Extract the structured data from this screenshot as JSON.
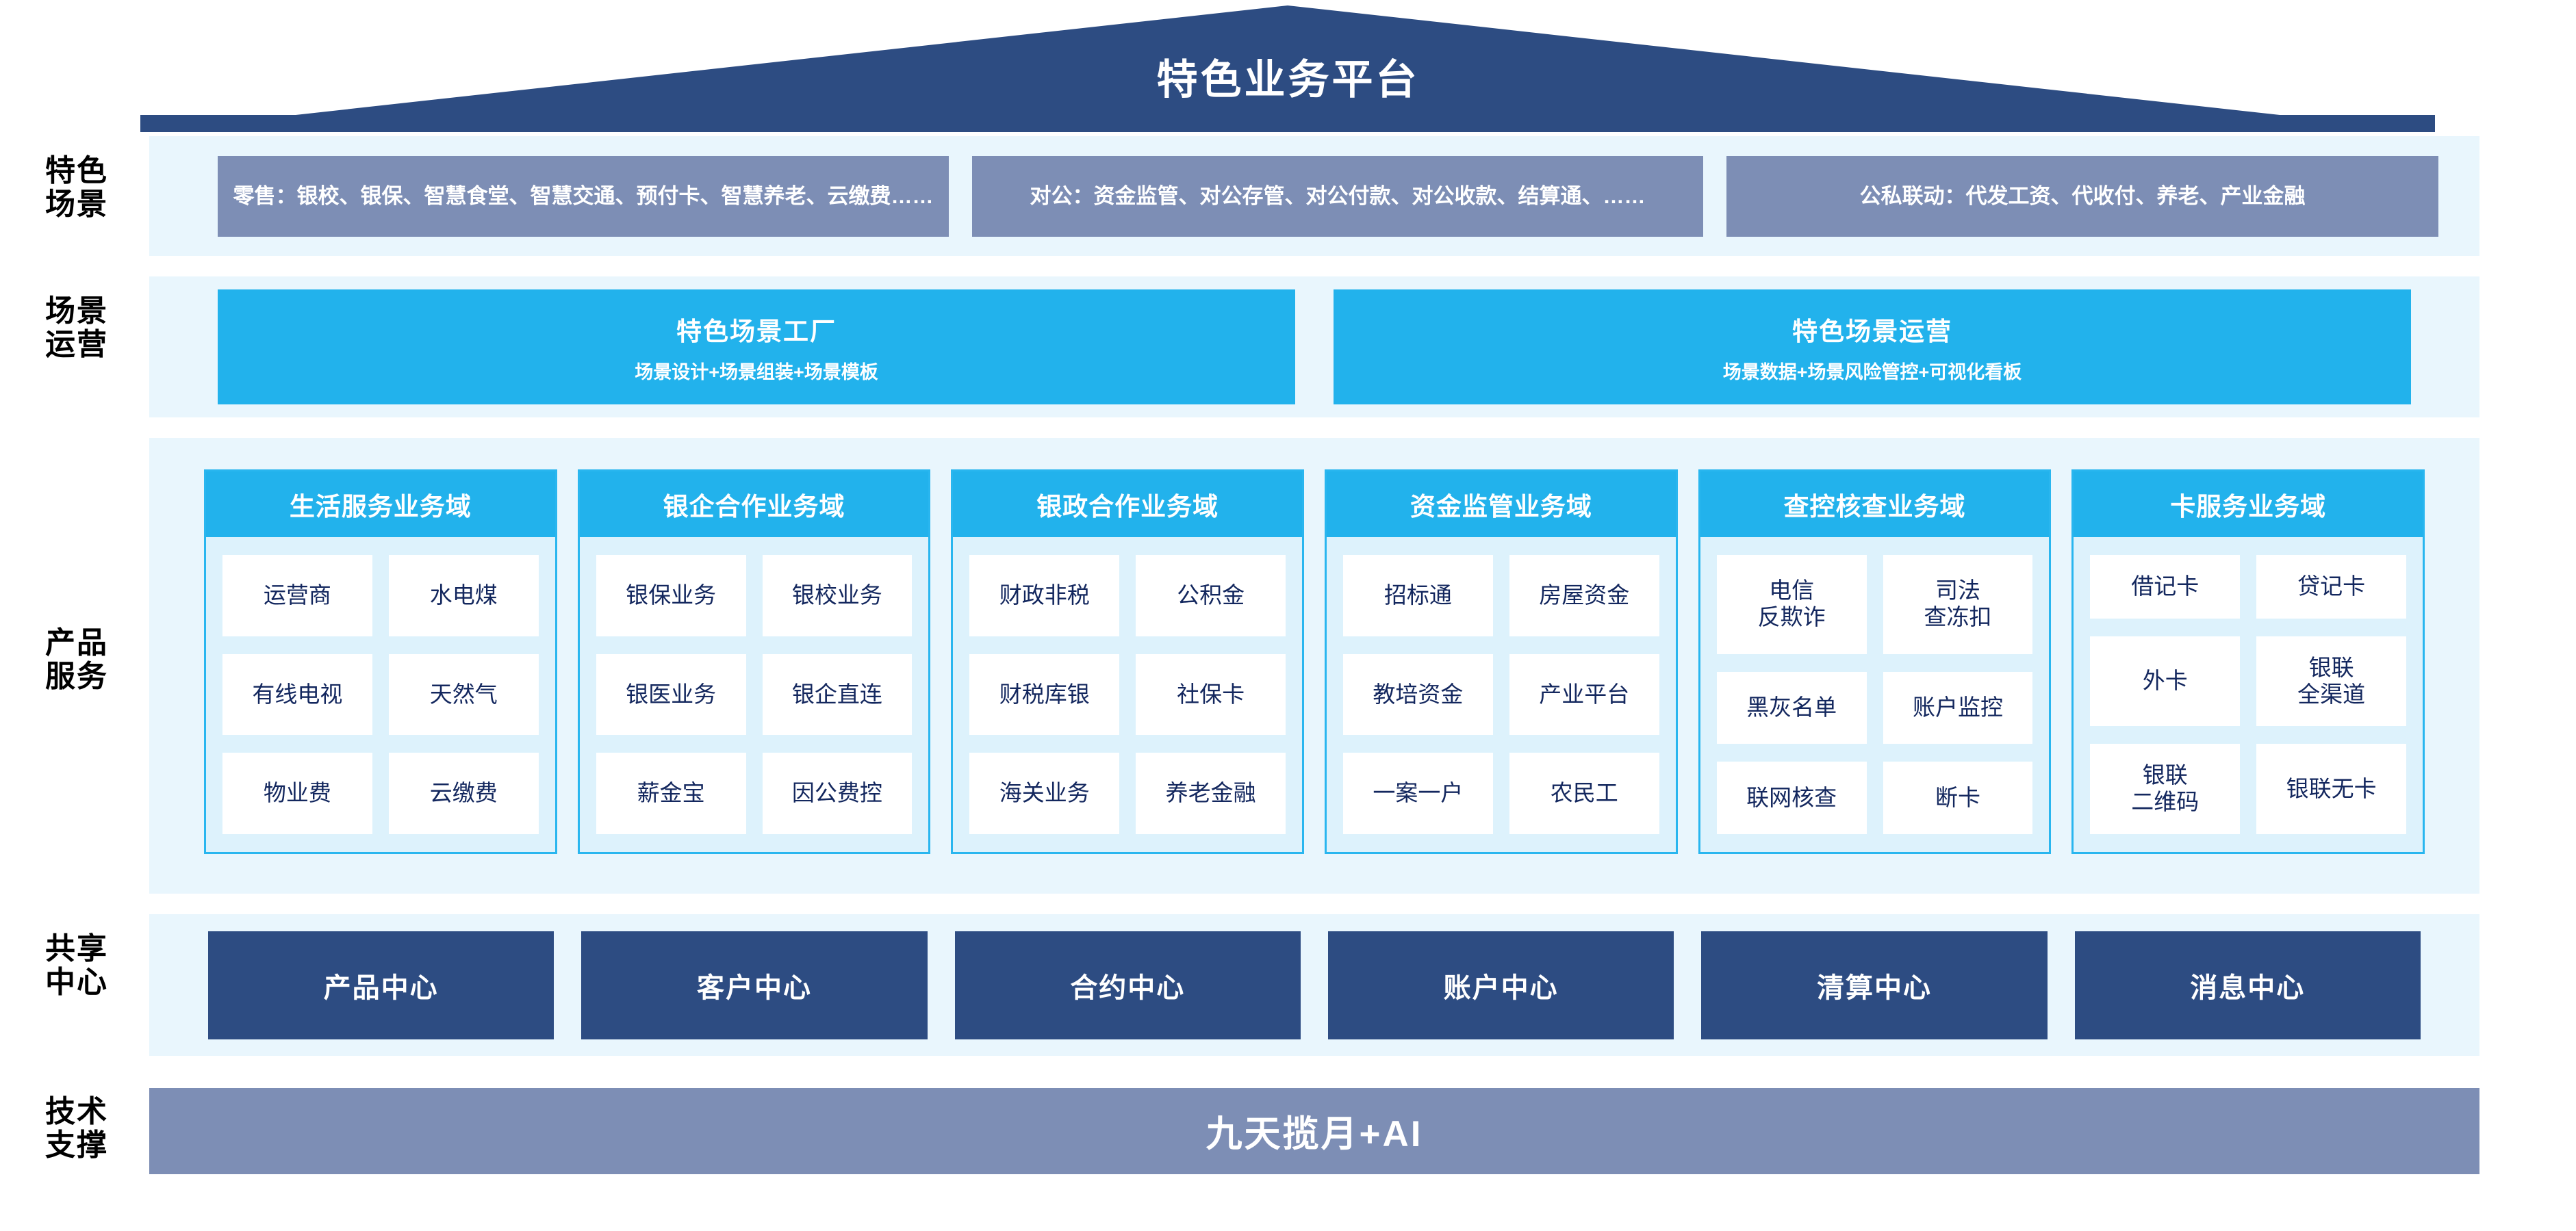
{
  "header": {
    "title": "特色业务平台",
    "shape": "pentagon-banner",
    "color": "#2d4c82"
  },
  "colors": {
    "banner_navy": "#2d4c82",
    "band_bg": "#e9f6fd",
    "scene_box": "#7d8eb5",
    "cyan": "#22b2ec",
    "domain_border": "#29b6ef",
    "domain_bg": "#ddf2fc",
    "cell_text": "#13275e",
    "share_navy": "#2d4c82",
    "tech_bar": "#7d8eb5"
  },
  "rows": {
    "scene": {
      "label": "特色\n场景",
      "label_l1": "特色",
      "label_l2": "场景",
      "boxes": [
        {
          "text": "零售：银校、银保、智慧食堂、智慧交通、预付卡、智慧养老、云缴费……"
        },
        {
          "text": "对公：资金监管、对公存管、对公付款、对公收款、结算通、……"
        },
        {
          "text": "公私联动：代发工资、代收付、养老、产业金融"
        }
      ]
    },
    "operation": {
      "label_l1": "场景",
      "label_l2": "运营",
      "boxes": [
        {
          "title": "特色场景工厂",
          "subtitle": "场景设计+场景组装+场景模板"
        },
        {
          "title": "特色场景运营",
          "subtitle": "场景数据+场景风险管控+可视化看板"
        }
      ]
    },
    "product": {
      "label_l1": "产品",
      "label_l2": "服务",
      "domains": [
        {
          "title": "生活服务业务域",
          "items": [
            "运营商",
            "水电煤",
            "有线电视",
            "天然气",
            "物业费",
            "云缴费"
          ]
        },
        {
          "title": "银企合作业务域",
          "items": [
            "银保业务",
            "银校业务",
            "银医业务",
            "银企直连",
            "薪金宝",
            "因公费控"
          ]
        },
        {
          "title": "银政合作业务域",
          "items": [
            "财政非税",
            "公积金",
            "财税库银",
            "社保卡",
            "海关业务",
            "养老金融"
          ]
        },
        {
          "title": "资金监管业务域",
          "items": [
            "招标通",
            "房屋资金",
            "教培资金",
            "产业平台",
            "一案一户",
            "农民工"
          ]
        },
        {
          "title": "查控核查业务域",
          "items": [
            "电信\n反欺诈",
            "司法\n查冻扣",
            "黑灰名单",
            "账户监控",
            "联网核查",
            "断卡"
          ]
        },
        {
          "title": "卡服务业务域",
          "items": [
            "借记卡",
            "贷记卡",
            "外卡",
            "银联\n全渠道",
            "银联\n二维码",
            "银联无卡"
          ]
        }
      ]
    },
    "share": {
      "label_l1": "共享",
      "label_l2": "中心",
      "boxes": [
        "产品中心",
        "客户中心",
        "合约中心",
        "账户中心",
        "清算中心",
        "消息中心"
      ]
    },
    "tech": {
      "label_l1": "技术",
      "label_l2": "支撑",
      "bar_text": "九天揽月+AI"
    }
  }
}
